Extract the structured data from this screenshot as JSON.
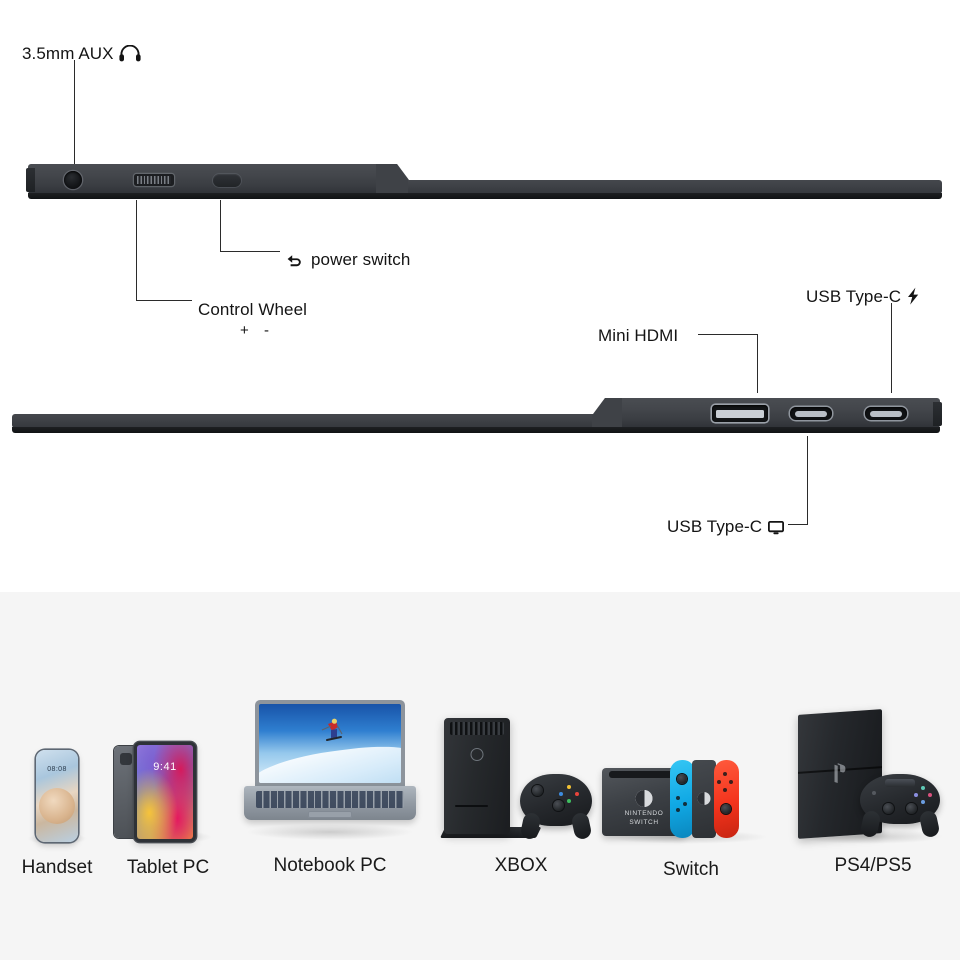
{
  "page": {
    "background": "#ffffff",
    "panel_background": "#f5f5f5",
    "device_body_color": "#3f4247",
    "line_color": "#2b2b2b",
    "text_color": "#141414"
  },
  "top_view": {
    "callouts": [
      {
        "id": "aux",
        "label": "3.5mm AUX",
        "icon": "headphones-icon",
        "icon_glyph": "∩"
      },
      {
        "id": "power",
        "label": "power switch",
        "icon": "power-back-arrow-icon",
        "icon_glyph": "↩"
      },
      {
        "id": "wheel",
        "label": "Control Wheel",
        "icon": "",
        "icon_glyph": ""
      }
    ],
    "wheel_plus": "+",
    "wheel_minus": "-",
    "ports": [
      {
        "name": "aux-jack",
        "type": "3.5mm audio jack"
      },
      {
        "name": "control-wheel",
        "type": "scroll wheel"
      },
      {
        "name": "power-button",
        "type": "oval button"
      }
    ]
  },
  "bottom_view": {
    "callouts": [
      {
        "id": "mini-hdmi",
        "label": "Mini HDMI",
        "icon": "",
        "icon_glyph": ""
      },
      {
        "id": "usbc-power",
        "label": "USB Type-C",
        "icon": "lightning-bolt-icon",
        "icon_glyph": "⚡"
      },
      {
        "id": "usbc-display",
        "label": "USB Type-C",
        "icon": "monitor-icon",
        "icon_glyph": "▢"
      }
    ],
    "ports": [
      {
        "name": "mini-hdmi-port",
        "type": "mini hdmi"
      },
      {
        "name": "usbc-port-1",
        "type": "usb type-c"
      },
      {
        "name": "usbc-port-2",
        "type": "usb type-c"
      }
    ]
  },
  "compatibility": {
    "devices": [
      {
        "id": "handset",
        "label": "Handset",
        "art": "smartphone",
        "time": "08:08"
      },
      {
        "id": "tablet",
        "label": "Tablet PC",
        "art": "tablet",
        "time": "9:41"
      },
      {
        "id": "notebook",
        "label": "Notebook PC",
        "art": "laptop",
        "time": ""
      },
      {
        "id": "xbox",
        "label": "XBOX",
        "art": "xbox-console",
        "time": ""
      },
      {
        "id": "switch",
        "label": "Switch",
        "art": "switch-console",
        "time": ""
      },
      {
        "id": "playstation",
        "label": "PS4/PS5",
        "art": "ps4-console",
        "time": ""
      }
    ],
    "switch_logo_line1": "NINTENDO",
    "switch_logo_line2": "SWITCH"
  }
}
